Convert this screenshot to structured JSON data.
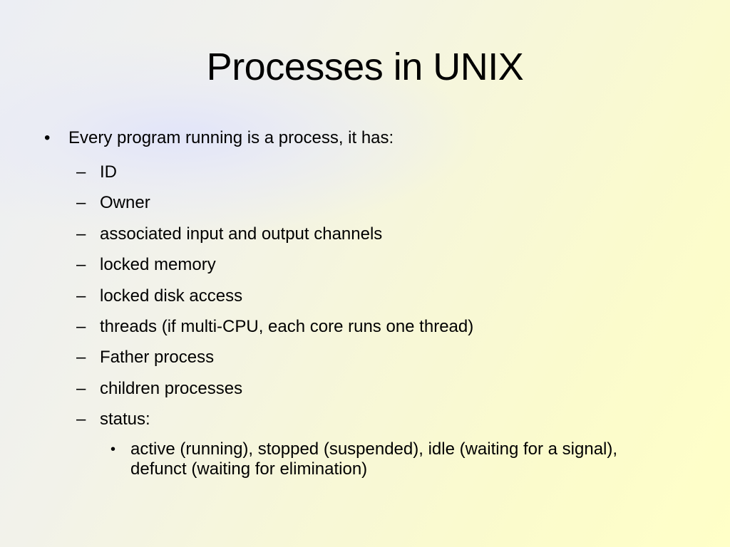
{
  "slide": {
    "title": "Processes in UNIX",
    "bullet": "Every program running is a process, it has:",
    "bullet_marker": "•",
    "dash_marker": "–",
    "subitems": [
      "ID",
      "Owner",
      "associated input and output channels",
      "locked memory",
      "locked disk access",
      "threads (if multi-CPU, each core runs one thread)",
      "Father process",
      "children processes",
      "status:"
    ],
    "status_detail": "active (running), stopped (suspended), idle (waiting for a signal), defunct (waiting for elimination)",
    "colors": {
      "text": "#000000",
      "background_top_left": "#eceef4",
      "background_bottom_right": "#ffffc8"
    }
  }
}
